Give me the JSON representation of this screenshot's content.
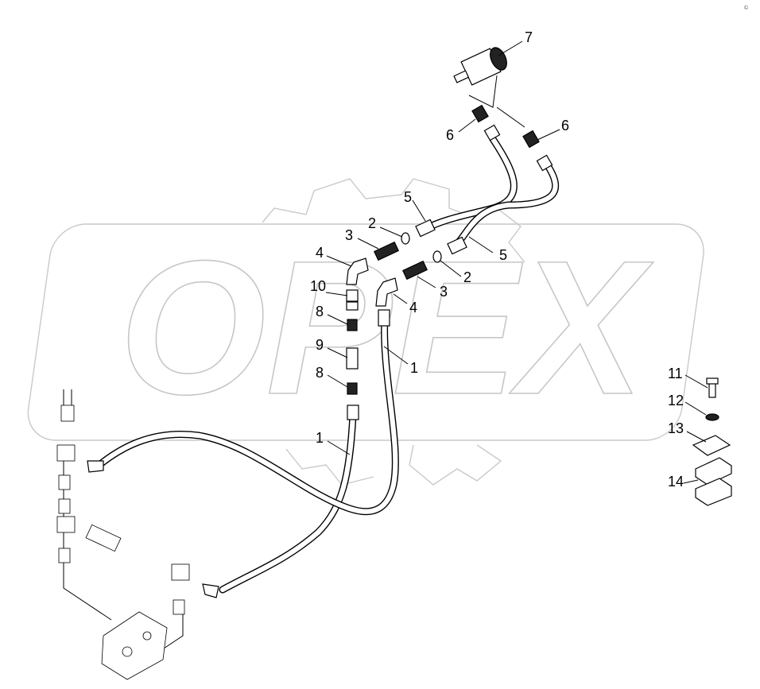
{
  "diagram": {
    "watermark_text": "OPEX",
    "corner_mark": "©",
    "callouts": [
      {
        "id": "c7",
        "text": "7"
      },
      {
        "id": "c6a",
        "text": "6"
      },
      {
        "id": "c6b",
        "text": "6"
      },
      {
        "id": "c5a",
        "text": "5"
      },
      {
        "id": "c5b",
        "text": "5"
      },
      {
        "id": "c2a",
        "text": "2"
      },
      {
        "id": "c2b",
        "text": "2"
      },
      {
        "id": "c3a",
        "text": "3"
      },
      {
        "id": "c3b",
        "text": "3"
      },
      {
        "id": "c4a",
        "text": "4"
      },
      {
        "id": "c4b",
        "text": "4"
      },
      {
        "id": "c10",
        "text": "10"
      },
      {
        "id": "c8a",
        "text": "8"
      },
      {
        "id": "c8b",
        "text": "8"
      },
      {
        "id": "c9",
        "text": "9"
      },
      {
        "id": "c1a",
        "text": "1"
      },
      {
        "id": "c1b",
        "text": "1"
      },
      {
        "id": "c11",
        "text": "11"
      },
      {
        "id": "c12",
        "text": "12"
      },
      {
        "id": "c13",
        "text": "13"
      },
      {
        "id": "c14",
        "text": "14"
      }
    ]
  }
}
